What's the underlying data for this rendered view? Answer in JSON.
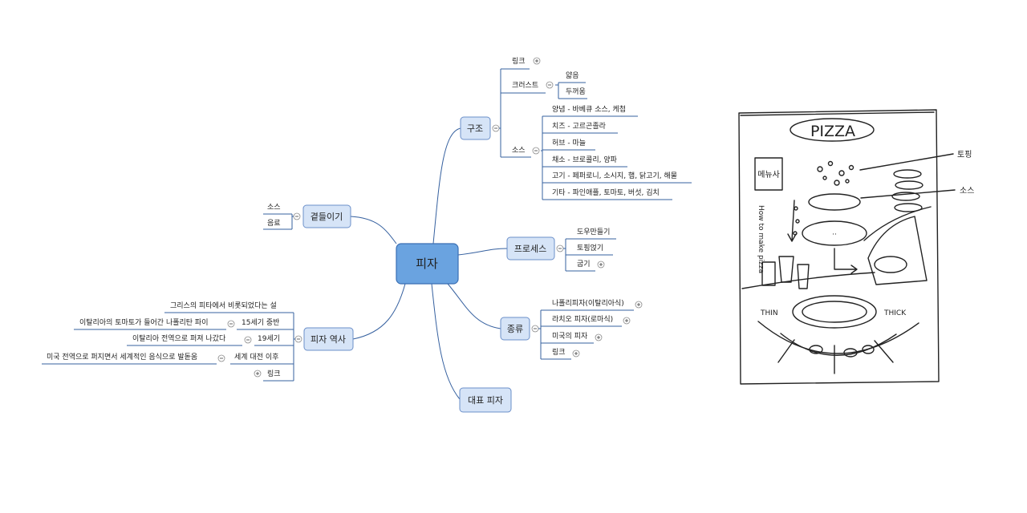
{
  "mindmap": {
    "root": "피자",
    "structure": {
      "title": "구조",
      "link": "링크",
      "crust": {
        "label": "크러스트",
        "thin": "얇음",
        "thick": "두꺼움"
      },
      "sauce": {
        "label": "소스",
        "items": [
          "양념 - 바베큐 소스, 케첩",
          "치즈 - 고르곤졸라",
          "허브 - 마늘",
          "채소 - 브로콜리, 양파",
          "고기 - 페퍼로니, 소시지, 햄, 닭고기, 해물",
          "기타 - 파인애플, 토마토, 버섯, 김치"
        ]
      }
    },
    "process": {
      "title": "프로세스",
      "items": [
        "도우만들기",
        "토핑얹기",
        "굽기"
      ]
    },
    "types": {
      "title": "종류",
      "items": [
        "나폴리피자(이탈리아식)",
        "라치오 피자(로마식)",
        "미국의 피자",
        "링크"
      ]
    },
    "signature": {
      "title": "대표 피자"
    },
    "sides": {
      "title": "곁들이기",
      "items": [
        "소스",
        "음료"
      ]
    },
    "history": {
      "title": "피자 역사",
      "origin": "그리스의 피타에서 비롯되었다는 설",
      "c15": {
        "label": "15세기 중반",
        "detail": "이탈리아의 토마토가 들어간 나폴리탄 파이"
      },
      "c19": {
        "label": "19세기",
        "detail": "이탈리아 전역으로 퍼져 나갔다"
      },
      "ww": {
        "label": "세계 대전 이후",
        "detail": "미국 전역으로 퍼지면서 세계적인 음식으로 발돋움"
      },
      "link": "링크"
    }
  },
  "sketch": {
    "title": "PIZZA",
    "menu_label": "메뉴사",
    "vertical_note": "How to make pizza",
    "topping_note": "토핑",
    "sauce_note": "소스",
    "thin_label": "THIN",
    "thick_label": "THICK"
  }
}
